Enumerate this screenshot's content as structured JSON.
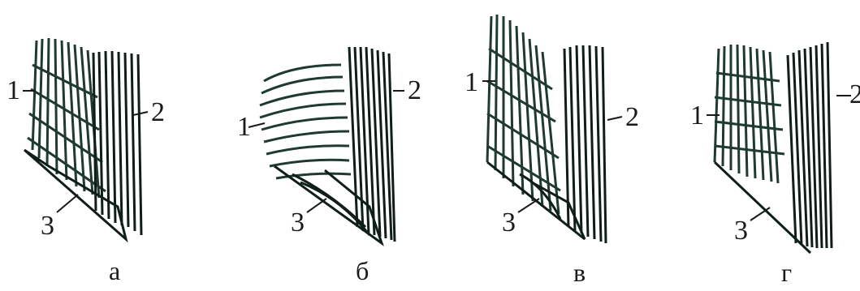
{
  "figure": {
    "panels": [
      {
        "caption": "а",
        "label_1": "1",
        "label_2": "2",
        "label_3": "3"
      },
      {
        "caption": "б",
        "label_1": "1",
        "label_2": "2",
        "label_3": "3"
      },
      {
        "caption": "в",
        "label_1": "1",
        "label_2": "2",
        "label_3": "3"
      },
      {
        "caption": "г",
        "label_1": "1",
        "label_2": "2",
        "label_3": "3"
      }
    ],
    "colors": {
      "ink": "#1f3a30",
      "ink_dark": "#0f1f18",
      "text": "#1a1a1a"
    }
  }
}
